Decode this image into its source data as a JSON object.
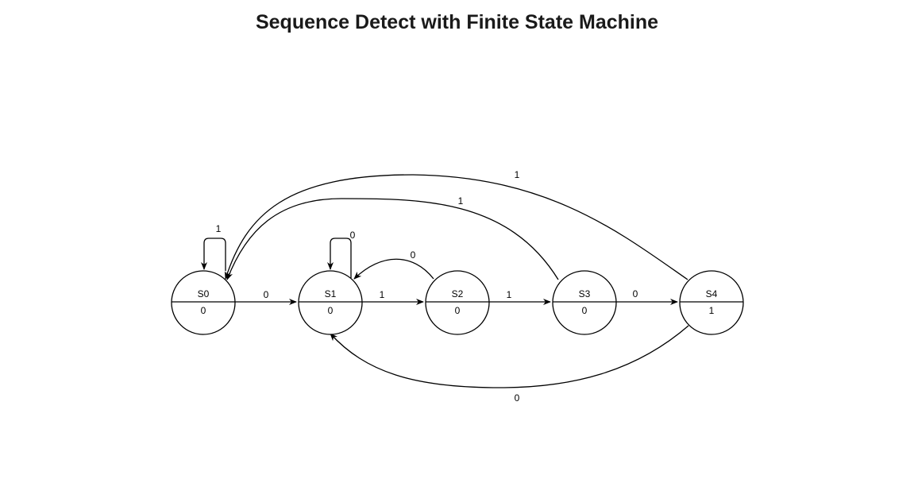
{
  "title": "Sequence Detect with Finite State Machine",
  "states": [
    {
      "id": "S0",
      "name": "S0",
      "output": "0"
    },
    {
      "id": "S1",
      "name": "S1",
      "output": "0"
    },
    {
      "id": "S2",
      "name": "S2",
      "output": "0"
    },
    {
      "id": "S3",
      "name": "S3",
      "output": "0"
    },
    {
      "id": "S4",
      "name": "S4",
      "output": "1"
    }
  ],
  "transitions": [
    {
      "from": "S0",
      "to": "S0",
      "input": "1"
    },
    {
      "from": "S0",
      "to": "S1",
      "input": "0"
    },
    {
      "from": "S1",
      "to": "S1",
      "input": "0"
    },
    {
      "from": "S1",
      "to": "S2",
      "input": "1"
    },
    {
      "from": "S2",
      "to": "S1",
      "input": "0"
    },
    {
      "from": "S2",
      "to": "S3",
      "input": "1"
    },
    {
      "from": "S3",
      "to": "S4",
      "input": "0"
    },
    {
      "from": "S3",
      "to": "S0",
      "input": "1"
    },
    {
      "from": "S4",
      "to": "S0",
      "input": "1"
    },
    {
      "from": "S4",
      "to": "S1",
      "input": "0"
    }
  ]
}
